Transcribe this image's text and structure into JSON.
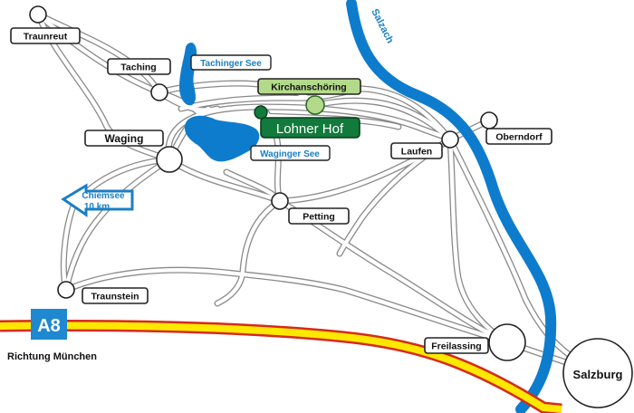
{
  "places": {
    "traunreut": "Traunreut",
    "taching": "Taching",
    "waging": "Waging",
    "kirchanschoering": "Kirchanschöring",
    "lohner_hof": "Lohner Hof",
    "laufen": "Laufen",
    "oberndorf": "Oberndorf",
    "petting": "Petting",
    "traunstein": "Traunstein",
    "freilassing": "Freilassing",
    "salzburg": "Salzburg"
  },
  "water": {
    "tachinger_see": "Tachinger See",
    "waginger_see": "Waginger See",
    "salzach": "Salzach"
  },
  "arrow": {
    "line1": "Chiemsee",
    "line2": "10 km"
  },
  "motorway": {
    "badge": "A8",
    "direction": "Richtung München"
  },
  "colors": {
    "water": "#0e7ccc",
    "lake_label": "#1a7fc4",
    "lohner_hof_bg": "#127a3c",
    "kirchanschoering_bg": "#b3d98a",
    "motorway_fill": "#ffe800",
    "motorway_edge": "#d62a1c",
    "a8_badge": "#1e88d0"
  }
}
